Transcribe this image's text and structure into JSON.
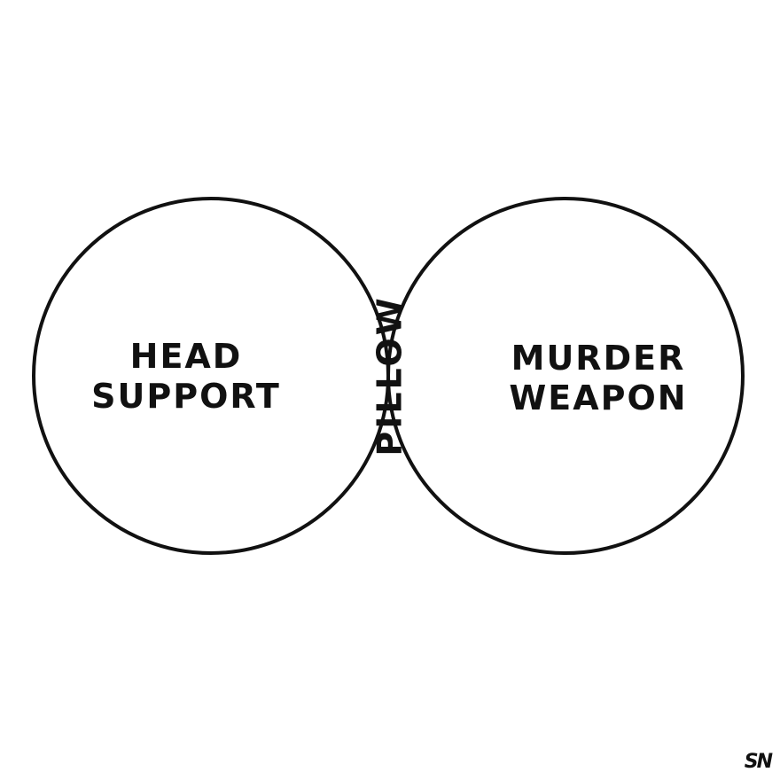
{
  "diagram": {
    "left_set": {
      "lines": [
        "HEAD",
        "SUPPORT"
      ]
    },
    "right_set": {
      "lines": [
        "MURDER",
        "WEAPON"
      ]
    },
    "intersection": {
      "label": "PILLOW"
    },
    "signature": "SN",
    "stroke_color": "#111111",
    "background_color": "#ffffff"
  }
}
